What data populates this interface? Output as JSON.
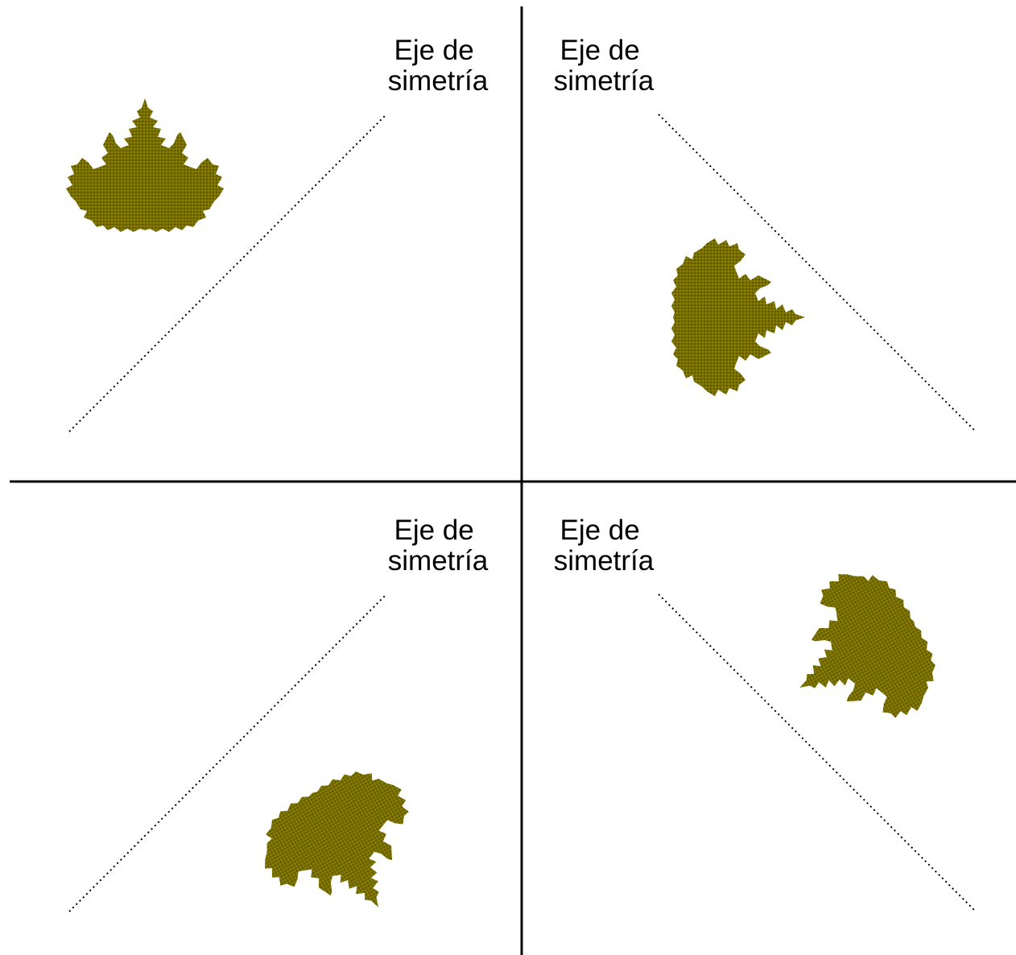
{
  "panels": [
    {
      "id": "top-left",
      "label_line1": "Eje de",
      "label_line2": "simetría"
    },
    {
      "id": "top-right",
      "label_line1": "Eje de",
      "label_line2": "simetría"
    },
    {
      "id": "bottom-left",
      "label_line1": "Eje de",
      "label_line2": "simetría"
    },
    {
      "id": "bottom-right",
      "label_line1": "Eje de",
      "label_line2": "simetría"
    }
  ],
  "colors": {
    "leaf": "#7a7000",
    "leaf_dark": "#5e5600",
    "line": "#000000",
    "background": "#ffffff"
  }
}
